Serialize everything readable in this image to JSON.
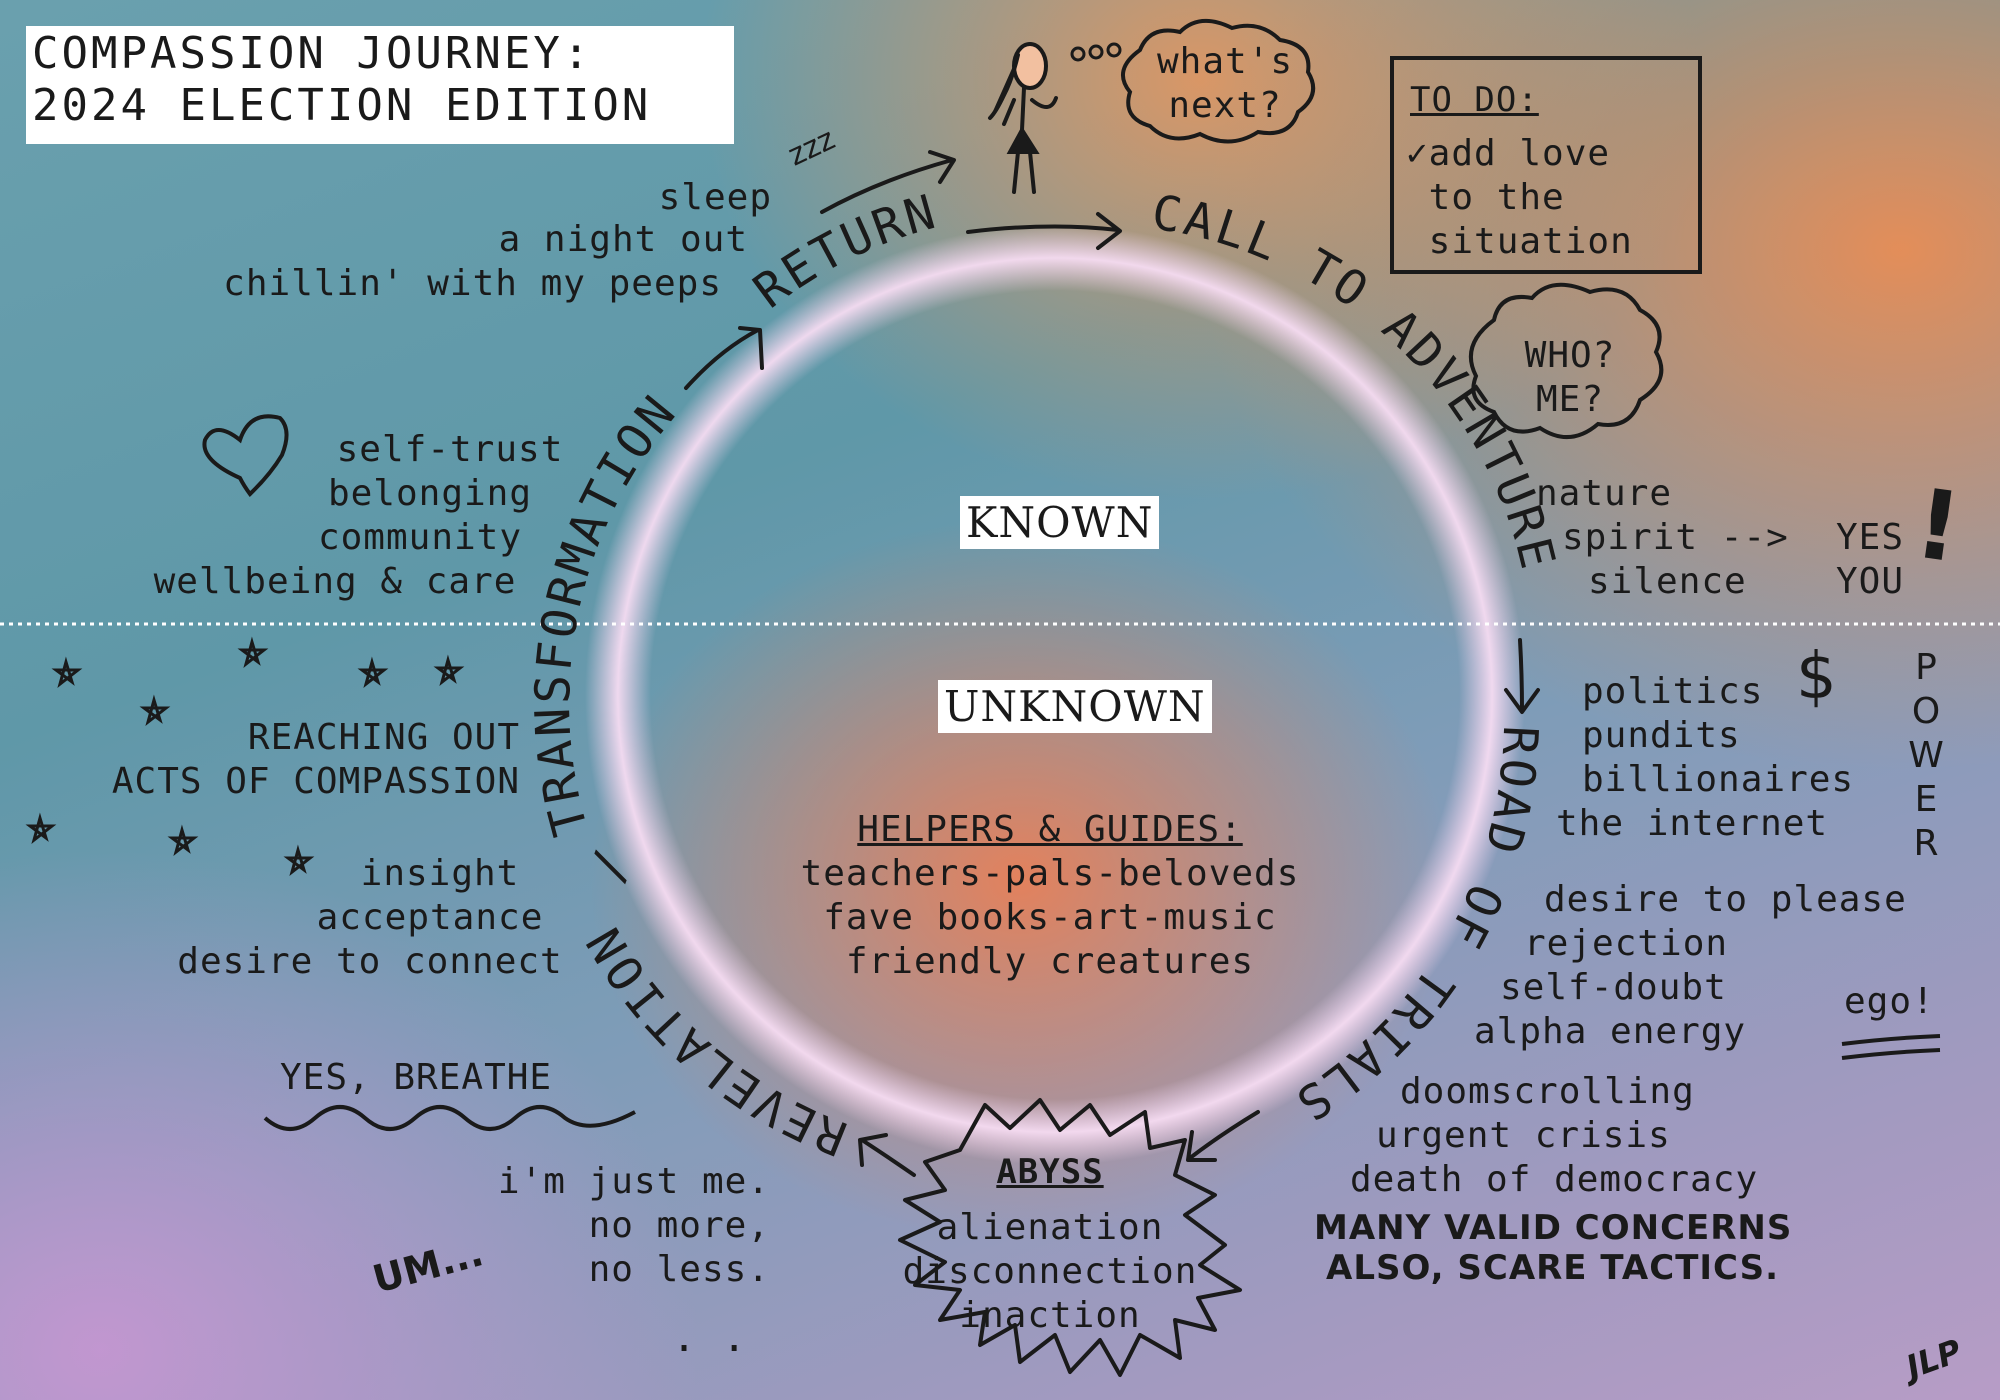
{
  "title": {
    "line1": "COMPASSION JOURNEY:",
    "line2": "2024 ELECTION EDITION"
  },
  "cycle_stages": {
    "call": "CALL TO ADVENTURE",
    "road": "ROAD OF TRIALS",
    "revelation": "REVELATION",
    "separator": "/",
    "transformation": "TRANSFORMATION",
    "return": "RETURN"
  },
  "zones": {
    "known": "KNOWN",
    "unknown": "UNKNOWN"
  },
  "helpers": {
    "heading": "HELPERS & GUIDES:",
    "items": [
      "teachers-pals-beloveds",
      "fave books-art-music",
      "friendly creatures"
    ]
  },
  "abyss": {
    "label": "ABYSS",
    "items": [
      "alienation",
      "disconnection",
      "inaction"
    ]
  },
  "thought_bubbles": {
    "whats_next": [
      "what's",
      "next?"
    ],
    "who_me": [
      "WHO?",
      "ME?"
    ],
    "thought_dots": "o o o"
  },
  "todo": {
    "heading": "TO DO:",
    "item": [
      "✓add love",
      " to the",
      " situation"
    ]
  },
  "return_notes": [
    "sleep",
    "a night out",
    "chillin' with my peeps"
  ],
  "zzz": "zzz",
  "transformation_notes": [
    "self-trust",
    "belonging",
    "community",
    "wellbeing & care"
  ],
  "call_notes": {
    "items": [
      "nature",
      "spirit -->",
      "silence"
    ],
    "answer": [
      "YES",
      "YOU"
    ],
    "exclaim": "!"
  },
  "reaching_out": [
    "REACHING OUT",
    "ACTS OF COMPASSION"
  ],
  "revelation_notes": [
    "insight",
    "acceptance",
    "desire to connect"
  ],
  "road_notes": {
    "group1": [
      "politics",
      "pundits",
      "billionaires",
      "the internet"
    ],
    "money": "$",
    "power": [
      "P",
      "O",
      "W",
      "E",
      "R"
    ],
    "group2": [
      "desire to please",
      "rejection",
      "self-doubt",
      "alpha energy"
    ],
    "ego": "ego!",
    "group3": [
      "doomscrolling",
      "urgent crisis",
      "death of democracy"
    ],
    "handwritten": [
      "MANY VALID CONCERNS",
      "ALSO, SCARE TACTICS."
    ]
  },
  "breathe": "YES, BREATHE",
  "abyss_left_notes": [
    "i'm just me.",
    "no more,",
    "no less."
  ],
  "um": "UM...",
  "trailing_dots": ". .",
  "signature": "JLP",
  "colors": {
    "peach": "#e8805a",
    "teal": "#5f98a8",
    "lavender": "#b79cc6",
    "ring": "#f1d0ea",
    "ink": "#1a1a1a"
  }
}
